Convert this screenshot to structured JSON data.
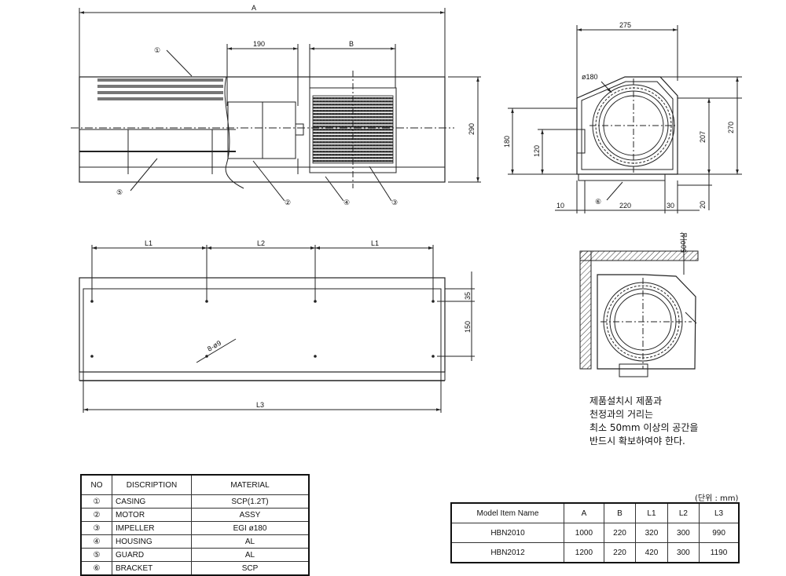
{
  "dims": {
    "A": "A",
    "d190": "190",
    "B": "B",
    "d290": "290",
    "d275": "275",
    "phi180": "ø180",
    "d180": "180",
    "d120": "120",
    "d207": "207",
    "d270": "270",
    "d10": "10",
    "d220": "220",
    "d30": "30",
    "d20": "20",
    "L1a": "L1",
    "L2": "L2",
    "L1b": "L1",
    "d35": "35",
    "d150": "150",
    "holes": "8-ø9",
    "L3": "L3",
    "d50": "50이상"
  },
  "callouts": [
    "①",
    "②",
    "③",
    "④",
    "⑤",
    "⑥"
  ],
  "note": [
    "제품설치시 제품과",
    "천정과의 거리는",
    "최소 50mm 이상의 공간을",
    "반드시 확보하여야 한다."
  ],
  "parts_table": {
    "headers": [
      "NO",
      "DISCRIPTION",
      "MATERIAL"
    ],
    "rows": [
      [
        "①",
        "CASING",
        "SCP(1.2T)"
      ],
      [
        "②",
        "MOTOR",
        "ASSY"
      ],
      [
        "③",
        "IMPELLER",
        "EGI ø180"
      ],
      [
        "④",
        "HOUSING",
        "AL"
      ],
      [
        "⑤",
        "GUARD",
        "AL"
      ],
      [
        "⑥",
        "BRACKET",
        "SCP"
      ]
    ]
  },
  "unit_label": "(단위 : mm)",
  "model_table": {
    "headers": [
      "Model Item Name",
      "A",
      "B",
      "L1",
      "L2",
      "L3"
    ],
    "rows": [
      [
        "HBN2010",
        "1000",
        "220",
        "320",
        "300",
        "990"
      ],
      [
        "HBN2012",
        "1200",
        "220",
        "420",
        "300",
        "1190"
      ]
    ]
  }
}
